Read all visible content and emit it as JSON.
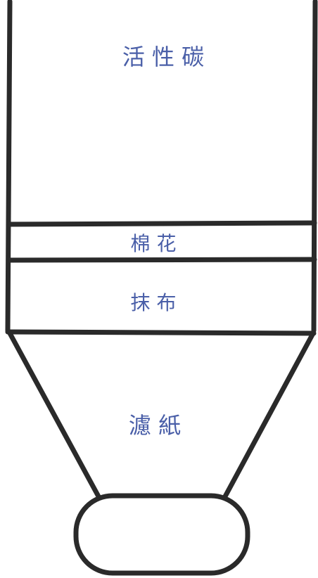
{
  "layers": [
    {
      "id": "carbon",
      "label": "活 性 碳"
    },
    {
      "id": "cotton",
      "label": "棉 花"
    },
    {
      "id": "cloth",
      "label": "抹 布"
    },
    {
      "id": "paper",
      "label": "濾 紙"
    }
  ],
  "colors": {
    "ink": "#2a2a2a",
    "handwriting": "#4a5fa8"
  }
}
